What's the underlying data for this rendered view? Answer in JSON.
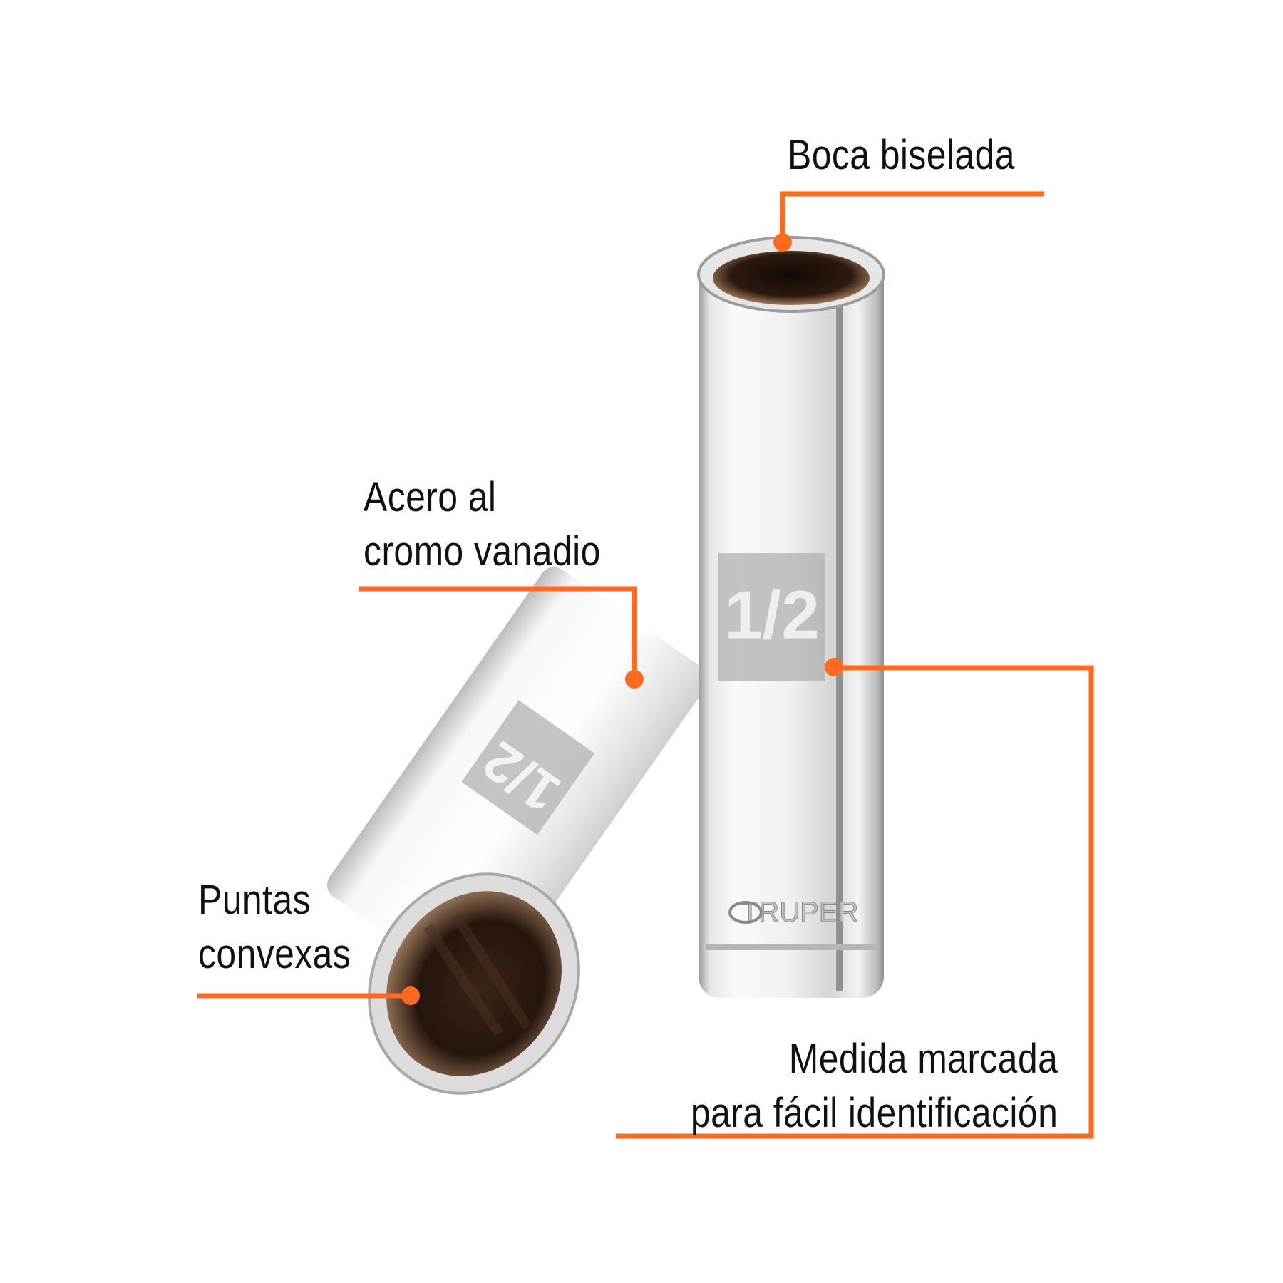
{
  "callouts": [
    {
      "id": "boca-biselada",
      "lines": [
        "Boca biselada"
      ]
    },
    {
      "id": "acero-cromo-vanadio",
      "lines": [
        "Acero al",
        "cromo vanadio"
      ]
    },
    {
      "id": "puntas-convexas",
      "lines": [
        "Puntas",
        "convexas"
      ]
    },
    {
      "id": "medida-marcada",
      "lines": [
        "Medida marcada",
        "para fácil identificación"
      ]
    }
  ],
  "product": {
    "size_marking": "1/2",
    "size_marking_rotated": "1/2",
    "brand_engraving": "TRUPER"
  },
  "colors": {
    "accent": "#FF6A1F",
    "text": "#111111",
    "background": "#FFFFFF",
    "chrome_light": "#F2F2F2",
    "chrome_mid": "#C9C9C9",
    "chrome_dark": "#8A8A8A",
    "socket_interior": "#2A1A12"
  }
}
